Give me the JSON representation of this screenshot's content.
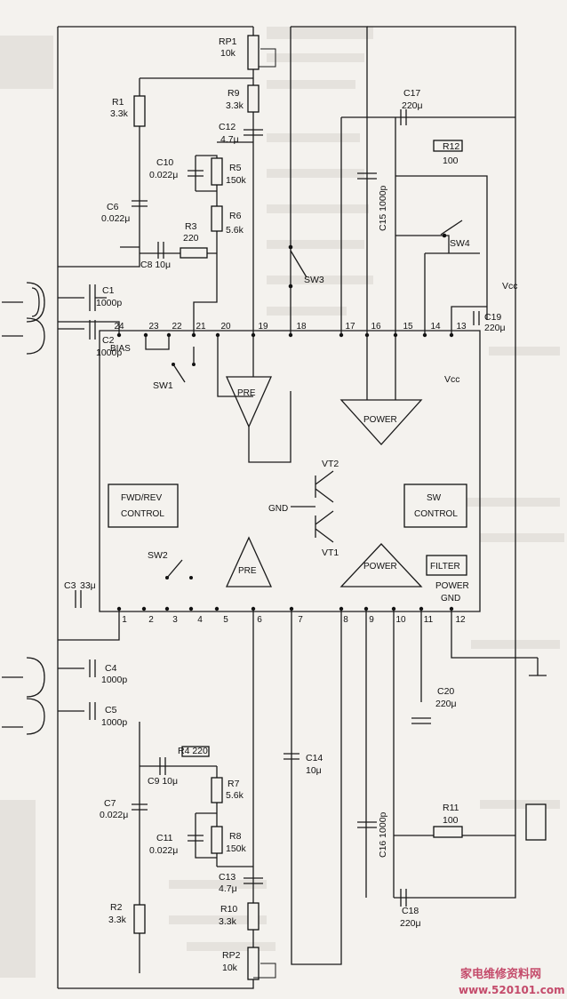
{
  "components": {
    "RP1": "RP1",
    "RP1_val": "10k",
    "R1": "R1",
    "R1_val": "3.3k",
    "R9": "R9",
    "R9_val": "3.3k",
    "C12": "C12",
    "C12_val": "4.7μ",
    "C10": "C10",
    "C10_val": "0.022μ",
    "R5": "R5",
    "R5_val": "150k",
    "C6": "C6",
    "C6_val": "0.022μ",
    "R6": "R6",
    "R6_val": "5.6k",
    "R3": "R3",
    "R3_val": "220",
    "C8": "C8 10μ",
    "C1": "C1",
    "C1_val": "1000p",
    "C2": "C2",
    "C2_val": "1000p",
    "C17": "C17",
    "C17_val": "220μ",
    "R12": "R12",
    "R12_val": "100",
    "C15": "C15 1000p",
    "SW4": "SW4",
    "SW3": "SW3",
    "C19": "C19",
    "C19_val": "220μ",
    "C3": "C3",
    "C3_val": "33μ",
    "C4": "C4",
    "C4_val": "1000p",
    "C5": "C5",
    "C5_val": "1000p",
    "R4": "R4 220",
    "C9": "C9 10μ",
    "C7": "C7",
    "C7_val": "0.022μ",
    "R7": "R7",
    "R7_val": "5.6k",
    "C11": "C11",
    "C11_val": "0.022μ",
    "R8": "R8",
    "R8_val": "150k",
    "C13": "C13",
    "C13_val": "4.7μ",
    "R2": "R2",
    "R2_val": "3.3k",
    "R10": "R10",
    "R10_val": "3.3k",
    "RP2": "RP2",
    "RP2_val": "10k",
    "C14": "C14",
    "C14_val": "10μ",
    "C16": "C16 1000p",
    "R11": "R11",
    "R11_val": "100",
    "C18": "C18",
    "C18_val": "220μ",
    "C20": "C20",
    "C20_val": "220μ",
    "VT1": "VT1",
    "VT2": "VT2",
    "SW1": "SW1",
    "SW2": "SW2"
  },
  "pins_top": [
    "24",
    "23",
    "22",
    "21",
    "20",
    "19",
    "18",
    "17",
    "16",
    "15",
    "14",
    "13"
  ],
  "pins_bottom": [
    "1",
    "2",
    "3",
    "4",
    "5",
    "6",
    "7",
    "8",
    "9",
    "10",
    "11",
    "12"
  ],
  "blocks": {
    "bias": "BIAS",
    "fwd_line1": "FWD/REV",
    "fwd_line2": "CONTROL",
    "pre": "PRE",
    "power": "POWER",
    "sw_line1": "SW",
    "sw_line2": "CONTROL",
    "filter": "FILTER",
    "power_gnd_line1": "POWER",
    "power_gnd_line2": "GND",
    "gnd": "GND",
    "vcc": "Vcc"
  },
  "watermark": {
    "cn": "家电维修资料网",
    "url": "www.520101.com"
  }
}
